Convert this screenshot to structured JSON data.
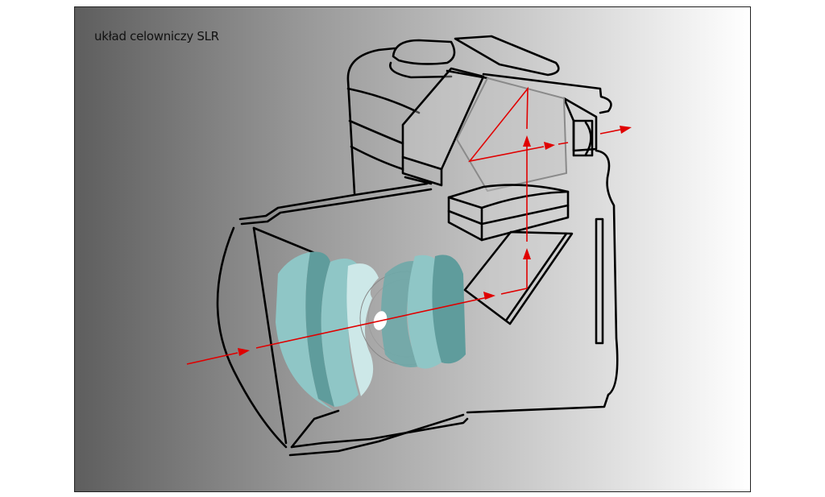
{
  "title": "układ celowniczy SLR",
  "colors": {
    "ray": "#e00000",
    "lens": "#8fc6c6",
    "lens_dark": "#5f9c9c",
    "prism": "#8a8a8a"
  },
  "icons": [
    "camera-body-outline",
    "pentaprism",
    "reflex-mirror",
    "lens-elements",
    "aperture-diaphragm",
    "light-ray-arrows"
  ]
}
